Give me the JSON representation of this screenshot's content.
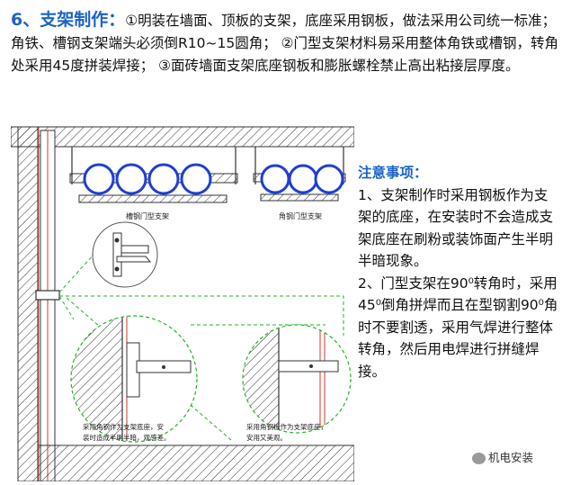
{
  "heading": {
    "number": "6、支架制作：",
    "text": "①明装在墙面、顶板的支架，底座采用钢板，做法采用公司统一标准；角铁、槽钢支架端头必须倒R10~15圆角；  ②门型支架材料易采用整体角铁或槽钢，转角处采用45度拼装焊接；  ③面砖墙面支架底座钢板和膨胀螺栓禁止高出粘接层厚度。"
  },
  "figure": {
    "label_channel": "槽钢门型支架",
    "label_angle": "角钢门型支架",
    "caption_left_1": "采用角钢作为支架底座，安",
    "caption_left_2": "装时造成半明半暗，观感差。",
    "caption_right_1": "采用角钢板作为支架底座，",
    "caption_right_2": "安用又美观。"
  },
  "notes": {
    "title": "注意事项：",
    "p1": "1、支架制作时采用钢板作为支架的底座，在安装时不会造成支架底座在刷粉或装饰面产生半明半暗现象。",
    "p2": "2、门型支架在90⁰转角时，采用45⁰倒角拼焊而且在型钢割90⁰角时不要割透，采用气焊进行整体转角，然后用电焊进行拼缝焊接。"
  },
  "watermark": "机电安装",
  "colors": {
    "accent": "#1b63c6",
    "pipe": "#1f3fd1",
    "guide": "#22b522",
    "wall_red": "#c83a2a"
  }
}
